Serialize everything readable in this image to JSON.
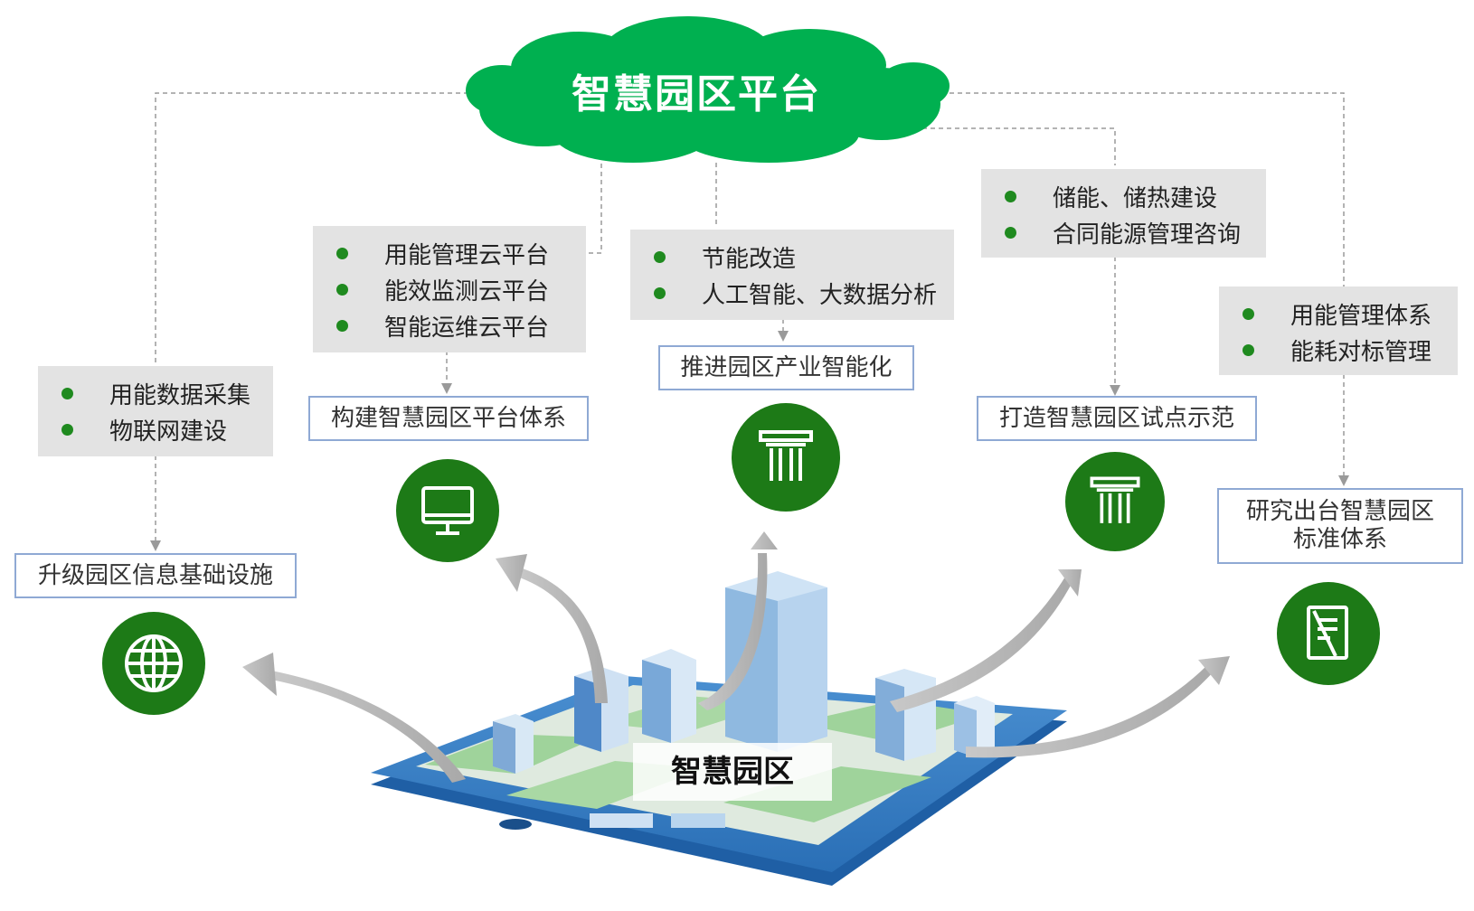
{
  "platform": {
    "title": "智慧园区平台"
  },
  "center": {
    "label": "智慧园区"
  },
  "colors": {
    "cloud": "#00b050",
    "icon_bg": "#1d7a17",
    "bullet": "#1f8a1f",
    "title_border": "#8fa9d4",
    "box_bg": "#e3e3e3"
  },
  "branches": [
    {
      "items": [
        "用能数据采集",
        "物联网建设"
      ],
      "title": "升级园区信息基础设施",
      "icon": "globe-icon"
    },
    {
      "items": [
        "用能管理云平台",
        "能效监测云平台",
        "智能运维云平台"
      ],
      "title": "构建智慧园区平台体系",
      "icon": "monitor-icon"
    },
    {
      "items": [
        "节能改造",
        "人工智能、大数据分析"
      ],
      "title": "推进园区产业智能化",
      "icon": "pillar-icon"
    },
    {
      "items": [
        "储能、储热建设",
        "合同能源管理咨询"
      ],
      "title": "打造智慧园区试点示范",
      "icon": "pillar-icon"
    },
    {
      "items": [
        "用能管理体系",
        "能耗对标管理"
      ],
      "title_lines": [
        "研究出台智慧园区",
        "标准体系"
      ],
      "icon": "document-icon"
    }
  ]
}
